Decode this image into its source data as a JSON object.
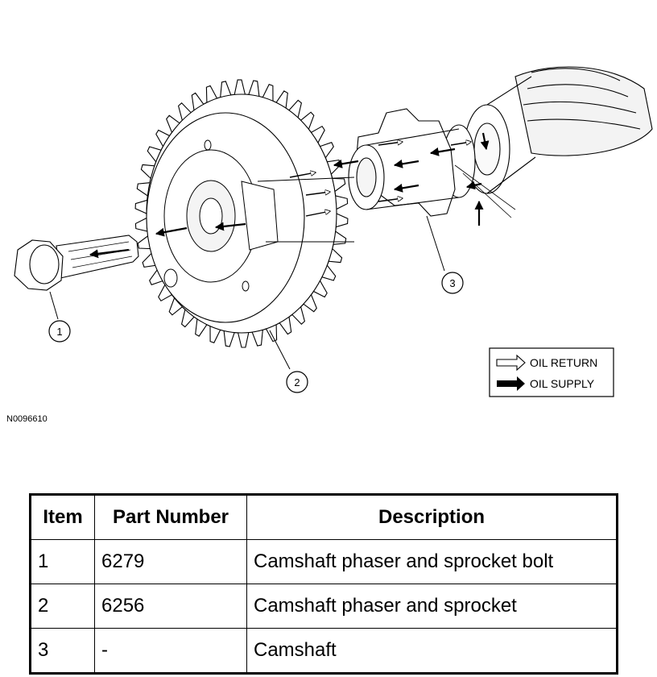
{
  "diagram": {
    "callouts": [
      "1",
      "2",
      "3"
    ],
    "legend": {
      "return_label": "OIL RETURN",
      "supply_label": "OIL SUPPLY"
    },
    "figure_id": "N0096610"
  },
  "table": {
    "headers": [
      "Item",
      "Part Number",
      "Description"
    ],
    "rows": [
      {
        "item": "1",
        "part": "6279",
        "desc": "Camshaft phaser and sprocket bolt"
      },
      {
        "item": "2",
        "part": "6256",
        "desc": "Camshaft phaser and sprocket"
      },
      {
        "item": "3",
        "part": "-",
        "desc": "Camshaft"
      }
    ]
  }
}
